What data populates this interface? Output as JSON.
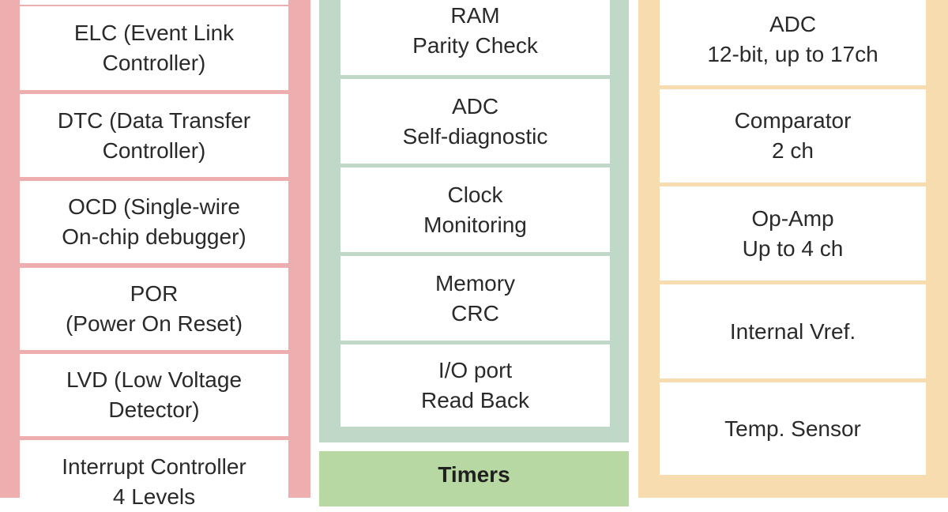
{
  "left_column": {
    "boxes": [
      {
        "line1": "",
        "line2": ""
      },
      {
        "line1": "ELC (Event Link",
        "line2": "Controller)"
      },
      {
        "line1": "DTC (Data Transfer",
        "line2": "Controller)"
      },
      {
        "line1": "OCD (Single-wire",
        "line2": "On-chip debugger)"
      },
      {
        "line1": "POR",
        "line2": "(Power On Reset)"
      },
      {
        "line1": "LVD (Low Voltage",
        "line2": "Detector)"
      },
      {
        "line1": "Interrupt Controller",
        "line2": "4 Levels"
      }
    ]
  },
  "middle_column": {
    "boxes": [
      {
        "line1": "RAM",
        "line2": "Parity Check"
      },
      {
        "line1": "ADC",
        "line2": "Self-diagnostic"
      },
      {
        "line1": "Clock",
        "line2": "Monitoring"
      },
      {
        "line1": "Memory",
        "line2": "CRC"
      },
      {
        "line1": "I/O port",
        "line2": "Read Back"
      }
    ]
  },
  "timers": {
    "label": "Timers"
  },
  "right_column": {
    "boxes": [
      {
        "line1": "ADC",
        "line2": "12-bit,  up to 17ch"
      },
      {
        "line1": "Comparator",
        "line2": "2 ch"
      },
      {
        "line1": "Op-Amp",
        "line2": "Up to 4 ch"
      },
      {
        "line1": "Internal Vref.",
        "line2": ""
      },
      {
        "line1": "Temp. Sensor",
        "line2": ""
      }
    ]
  },
  "colors": {
    "left_column": "#eeaeb0",
    "middle_column": "#bfd8c7",
    "timers": "#b7d7a3",
    "right_column": "#f7dcb0"
  }
}
